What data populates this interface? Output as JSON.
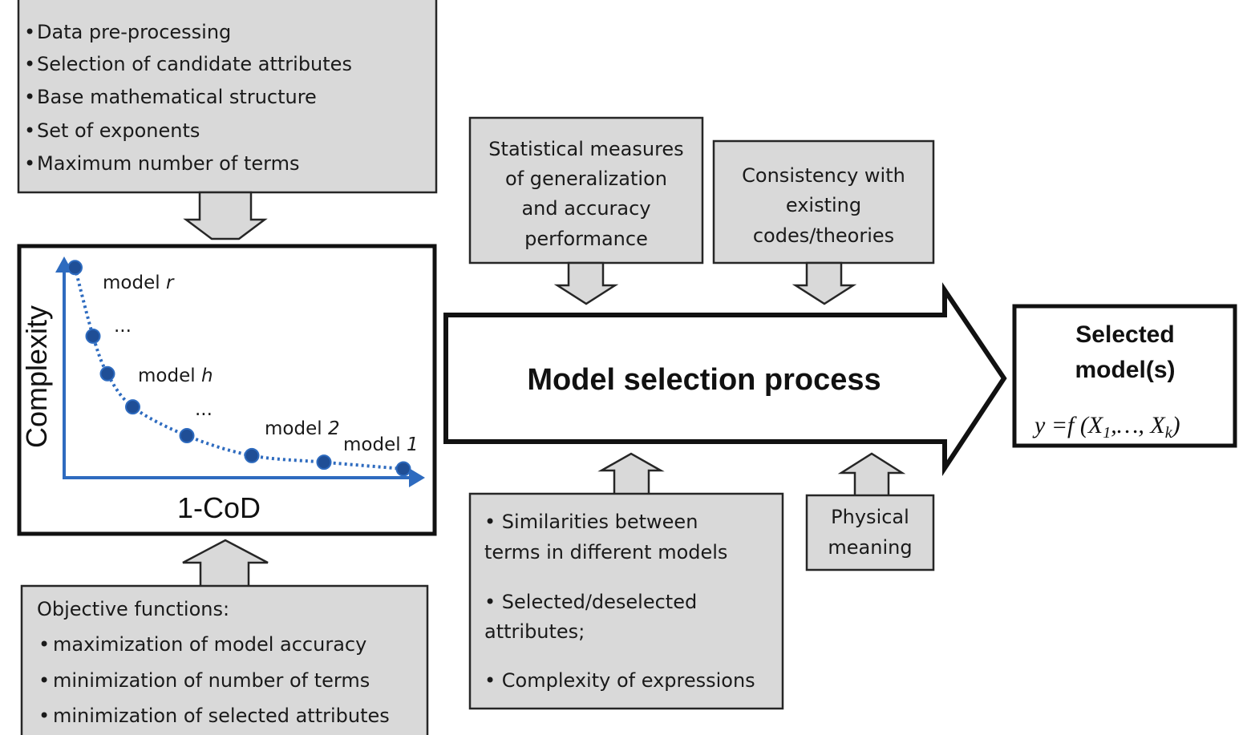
{
  "colors": {
    "box_fill": "#d9d9d9",
    "outline": "#262626",
    "plot_blue": "#2e6bbf",
    "point_fill": "#1f4e96"
  },
  "inputs_box": {
    "items": [
      "Data pre-processing",
      "Selection of candidate attributes",
      "Base mathematical structure",
      "Set of exponents",
      "Maximum number of terms"
    ]
  },
  "pareto_plot": {
    "y_axis_label": "Complexity",
    "x_axis_label": "1-CoD",
    "labels": {
      "model_r": "model",
      "model_r_var": "r",
      "dots_1": "...",
      "model_h": "model",
      "model_h_var": "h",
      "dots_2": "...",
      "model_2": "model",
      "model_2_var": "2",
      "model_1": "model",
      "model_1_var": "1"
    }
  },
  "chart_data": {
    "type": "scatter",
    "title": "",
    "xlabel": "1-CoD",
    "ylabel": "Complexity",
    "note": "Qualitative Pareto front; points connected by a dotted line, no numeric ticks",
    "x": [
      0.03,
      0.08,
      0.12,
      0.19,
      0.34,
      0.52,
      0.72,
      0.94
    ],
    "y": [
      0.95,
      0.64,
      0.47,
      0.32,
      0.19,
      0.1,
      0.07,
      0.04
    ],
    "xlim": [
      0,
      1
    ],
    "ylim": [
      0,
      1
    ],
    "point_labels": [
      "model r",
      "",
      "model h",
      "",
      "",
      "",
      "model 2",
      "model 1"
    ],
    "grid": false,
    "legend": "none"
  },
  "objectives_box": {
    "heading": "Objective functions:",
    "items": [
      "maximization of model accuracy",
      "minimization of number of terms",
      "minimization of selected attributes"
    ]
  },
  "stats_box": {
    "lines": [
      "Statistical measures",
      "of generalization",
      "and accuracy",
      "performance"
    ]
  },
  "consistency_box": {
    "lines": [
      "Consistency with",
      "existing",
      "codes/theories"
    ]
  },
  "process_arrow": {
    "label": "Model selection process"
  },
  "selected_box": {
    "lines": [
      "Selected",
      "model(s)"
    ],
    "formula_prefix": "y =f (X",
    "formula_sub1": "1",
    "formula_mid": ",…, X",
    "formula_subk": "k",
    "formula_suffix": ")"
  },
  "similarities_box": {
    "lines": [
      "• Similarities between",
      "terms in different  models",
      "• Selected/deselected",
      "attributes;",
      "• Complexity of expressions"
    ]
  },
  "physical_box": {
    "lines": [
      "Physical",
      "meaning"
    ]
  }
}
